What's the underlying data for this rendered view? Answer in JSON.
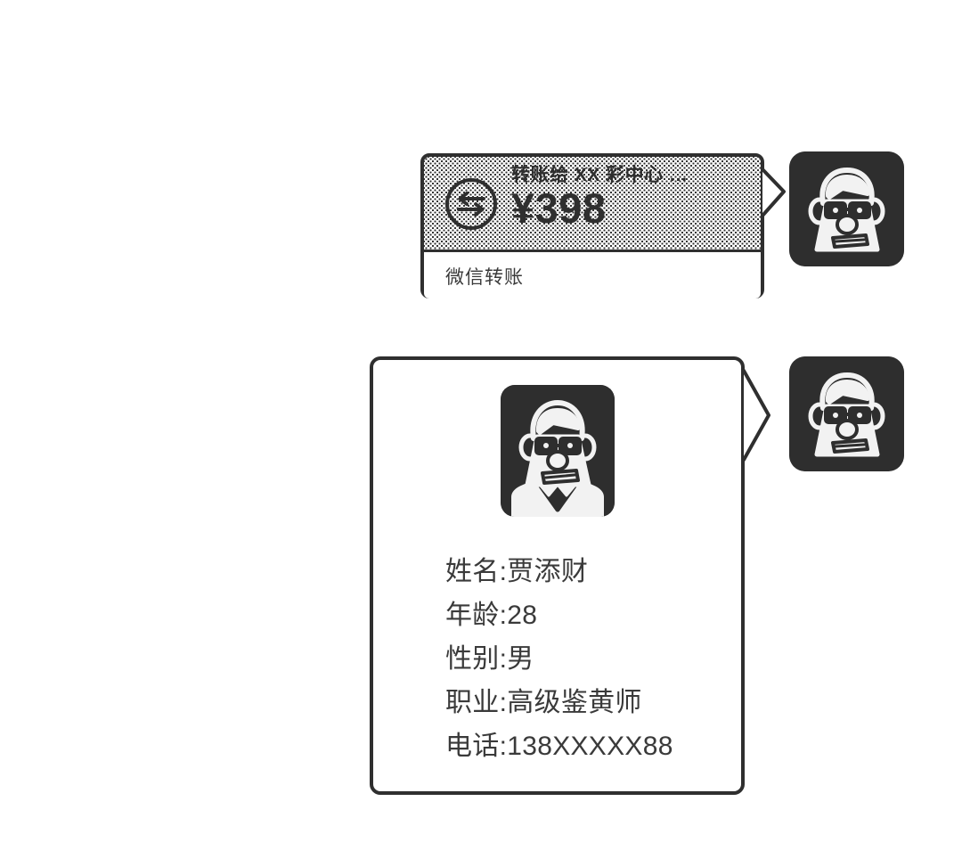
{
  "theme": {
    "background": "#ffffff",
    "ink": "#2f2f2f",
    "avatar_bg": "#2e2e2e",
    "avatar_fg": "#f2f2f2"
  },
  "messages": [
    {
      "type": "wechat-transfer",
      "icon": "transfer-exchange-icon",
      "title": "转账给 XX 彩中心 …",
      "amount": "¥398",
      "footer_label": "微信转账",
      "avatar": "avatar-man-glasses"
    },
    {
      "type": "profile-card",
      "avatar": "avatar-man-glasses",
      "fields": [
        {
          "label": "姓名",
          "sep": ":",
          "value": "贾添财"
        },
        {
          "label": "年龄",
          "sep": ":",
          "value": "28"
        },
        {
          "label": "性别",
          "sep": ":",
          "value": "男"
        },
        {
          "label": "职业",
          "sep": ":",
          "value": "高级鉴黄师"
        },
        {
          "label": "电话",
          "sep": ":",
          "value": "138XXXXX88"
        }
      ]
    }
  ],
  "transfer": {
    "icon_name": "transfer-exchange-icon",
    "title": "转账给 XX 彩中心 …",
    "amount": "¥398",
    "footer_label": "微信转账"
  },
  "profile": {
    "avatar_name": "avatar-man-glasses",
    "line1": "姓名:贾添财",
    "line2": "年龄:28",
    "line3": "性别:男",
    "line4": "职业:高级鉴黄师",
    "line5": "电话:138XXXXX88"
  },
  "avatars": {
    "top_name": "avatar-man-glasses",
    "bottom_name": "avatar-man-glasses"
  }
}
